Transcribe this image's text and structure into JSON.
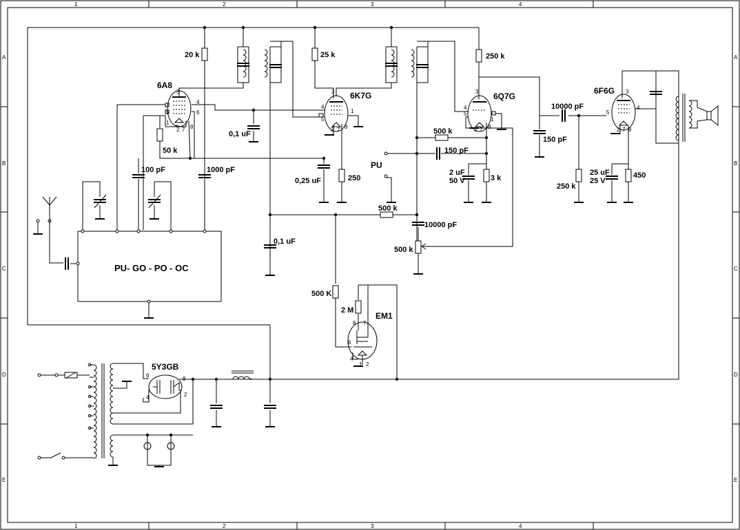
{
  "frame": {
    "columns": [
      "1",
      "2",
      "3",
      "4"
    ],
    "rows": [
      "A",
      "B",
      "C",
      "D",
      "E"
    ]
  },
  "tubes": {
    "mixer": "6A8",
    "if_amp": "6K7G",
    "detector": "6Q7G",
    "output": "6F6G",
    "rectifier": "5Y3GB",
    "indicator": "EM1"
  },
  "band_switch": "PU- GO - PO - OC",
  "labels": {
    "pu_input": "PU",
    "r_20k": "20 k",
    "r_25k": "25 k",
    "r_250k_plate": "250 k",
    "r_50k": "50  k",
    "c_100pf": "100 pF",
    "c_1000pf": "1000 pF",
    "c_01uf_a": "0,1 uF",
    "c_025uf": "0,25 uF",
    "r_250": "250",
    "r_500k_a": "500 k",
    "c_150pf_a": "150 pF",
    "c_2uf": "2 uF",
    "v_50": "50 V",
    "r_3k": "3 k",
    "r_500k_b": "500 k",
    "c_10000pf_a": "10000 pF",
    "r_500k_pot": "500 k",
    "c_01uf_b": "0,1 uF",
    "c_10000pf_b": "10000 pF",
    "c_150pf_b": "150 pF",
    "r_250k_grid": "250 k",
    "c_25uf": "25 uF",
    "v_25": "25 V",
    "r_450": "450",
    "r_500K_em": "500 K",
    "r_2M": "2 M"
  },
  "pins": {
    "a8_3": "3",
    "a8_4": "4",
    "a8_5": "5",
    "a8_6": "6",
    "a8_1": "1",
    "a8_2": "2",
    "a8_7": "7",
    "a8_8": "8",
    "k7_3": "3",
    "k7_4": "4",
    "k7_5": "5",
    "k7_1": "1",
    "k7_2": "2",
    "k7_7": "7",
    "k7_8": "8",
    "q7_3": "3",
    "q7_4": "4",
    "q7_5": "5",
    "q7_1": "1",
    "q7_2": "2",
    "q7_7": "7",
    "q7_8": "8",
    "f6_3": "3",
    "f6_4": "4",
    "f6_5": "5",
    "f6_2": "2",
    "f6_7": "7",
    "f6_8": "8",
    "y3_6": "6",
    "y3_4": "4",
    "y3_8": "8",
    "y3_2": "2",
    "em_8": "8",
    "em_7": "7",
    "em_6": "6",
    "em_4": "4",
    "em_1": "1",
    "em_2": "2"
  }
}
